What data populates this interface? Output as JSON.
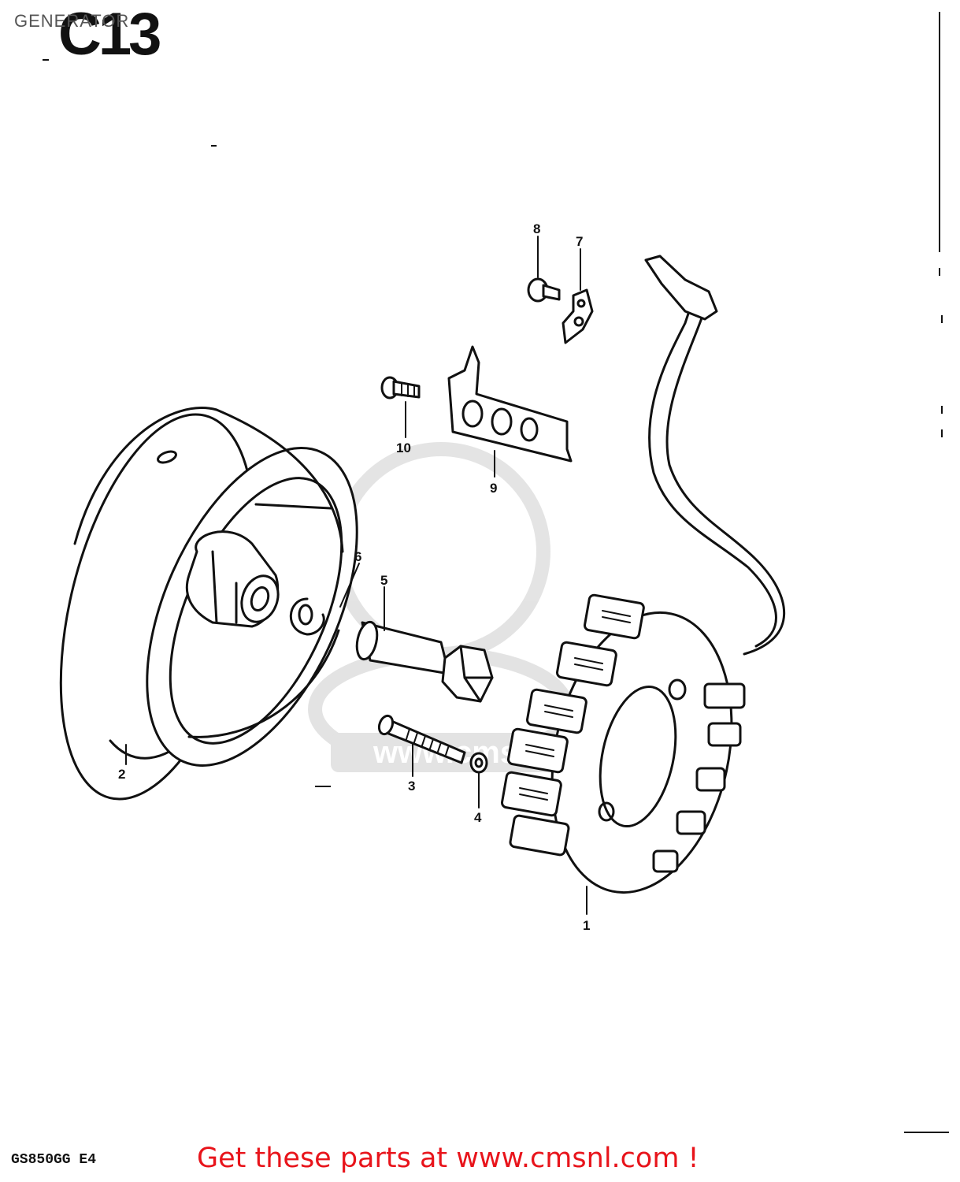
{
  "header": {
    "title": "GENERATOR",
    "section_code": "C13"
  },
  "footer": {
    "model": "GS850GG E4",
    "promo": "Get these parts at www.cmsnl.com !"
  },
  "callouts": [
    "1",
    "2",
    "3",
    "4",
    "5",
    "6",
    "7",
    "8",
    "9",
    "10"
  ],
  "watermark": {
    "text": "www.cmsnl.com"
  },
  "colors": {
    "ink": "#111111",
    "promo_red": "#e8141b",
    "watermark_gray": "#8a8a8a"
  }
}
